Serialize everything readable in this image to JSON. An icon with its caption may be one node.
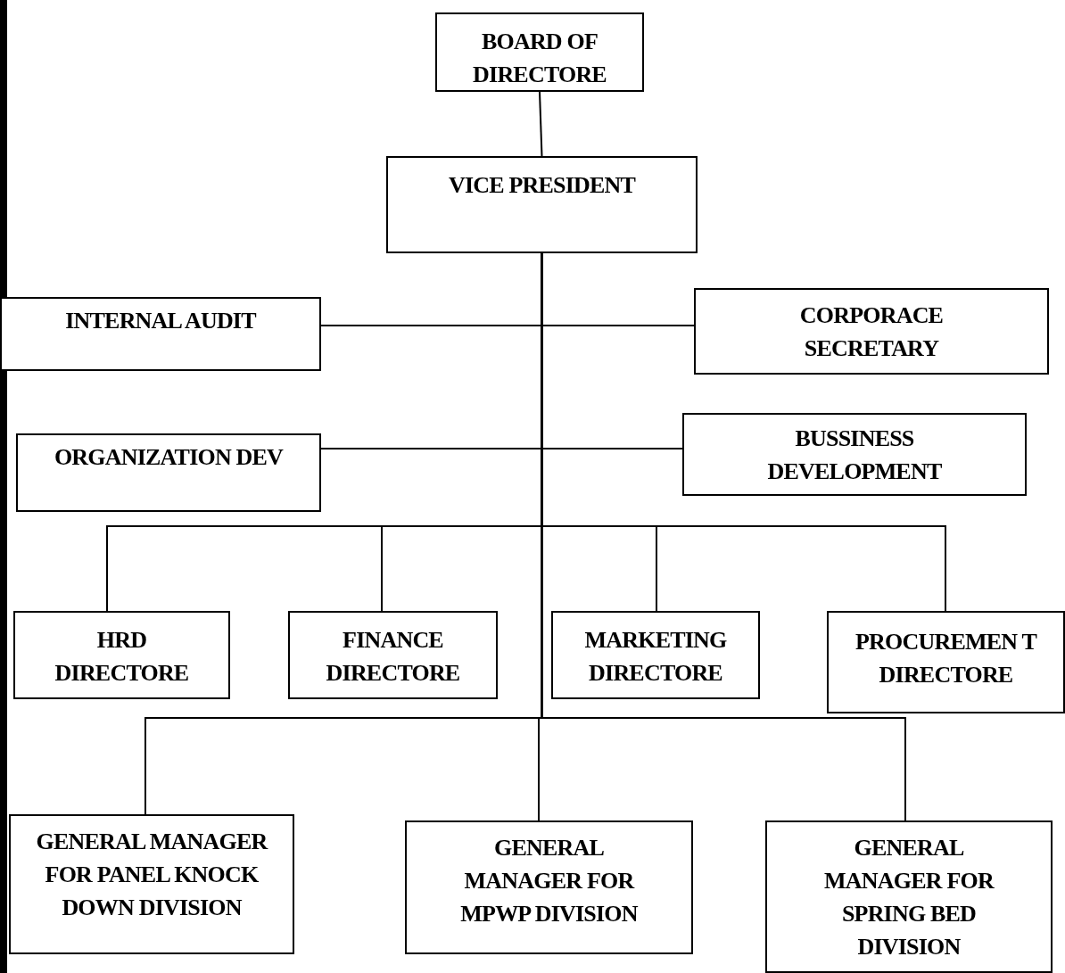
{
  "diagram": {
    "nodes": [
      {
        "text": [
          "BOARD OF DIRECTORE"
        ]
      },
      {
        "text": [
          "VICE PRESIDENT"
        ]
      },
      {
        "text": [
          "INTERNAL AUDIT"
        ]
      },
      {
        "text": [
          "CORPORACE SECRETARY"
        ]
      },
      {
        "text": [
          "ORGANIZATION DEV"
        ]
      },
      {
        "text": [
          "BUSSINESS DEVELOPMENT"
        ]
      },
      {
        "text": [
          "HRD DIRECTORE"
        ]
      },
      {
        "text": [
          "FINANCE DIRECTORE"
        ]
      },
      {
        "text": [
          "MARKETING DIRECTORE"
        ]
      },
      {
        "text": [
          "PROCUREMEN T DIRECTORE"
        ]
      },
      {
        "text": [
          "GENERAL MANAGER FOR PANEL KNOCK DOWN DIVISION"
        ]
      },
      {
        "text": [
          "GENERAL MANAGER FOR MPWP DIVISION"
        ]
      },
      {
        "text": [
          "GENERAL MANAGER FOR SPRING BED DIVISION"
        ]
      }
    ],
    "edges": [
      {
        "from": 0,
        "to": 1,
        "arrow": "none"
      },
      {
        "from": 1,
        "to": 2,
        "arrow": "none"
      },
      {
        "from": 1,
        "to": 3,
        "arrow": "none"
      },
      {
        "from": 1,
        "to": 4,
        "arrow": "none"
      },
      {
        "from": 1,
        "to": 5,
        "arrow": "none"
      },
      {
        "from": 1,
        "to": 6,
        "arrow": "none"
      },
      {
        "from": 1,
        "to": 7,
        "arrow": "none"
      },
      {
        "from": 1,
        "to": 8,
        "arrow": "none"
      },
      {
        "from": 1,
        "to": 9,
        "arrow": "none"
      },
      {
        "from": 1,
        "to": 10,
        "arrow": "none"
      },
      {
        "from": 1,
        "to": 11,
        "arrow": "none"
      },
      {
        "from": 1,
        "to": 12,
        "arrow": "none"
      }
    ]
  }
}
